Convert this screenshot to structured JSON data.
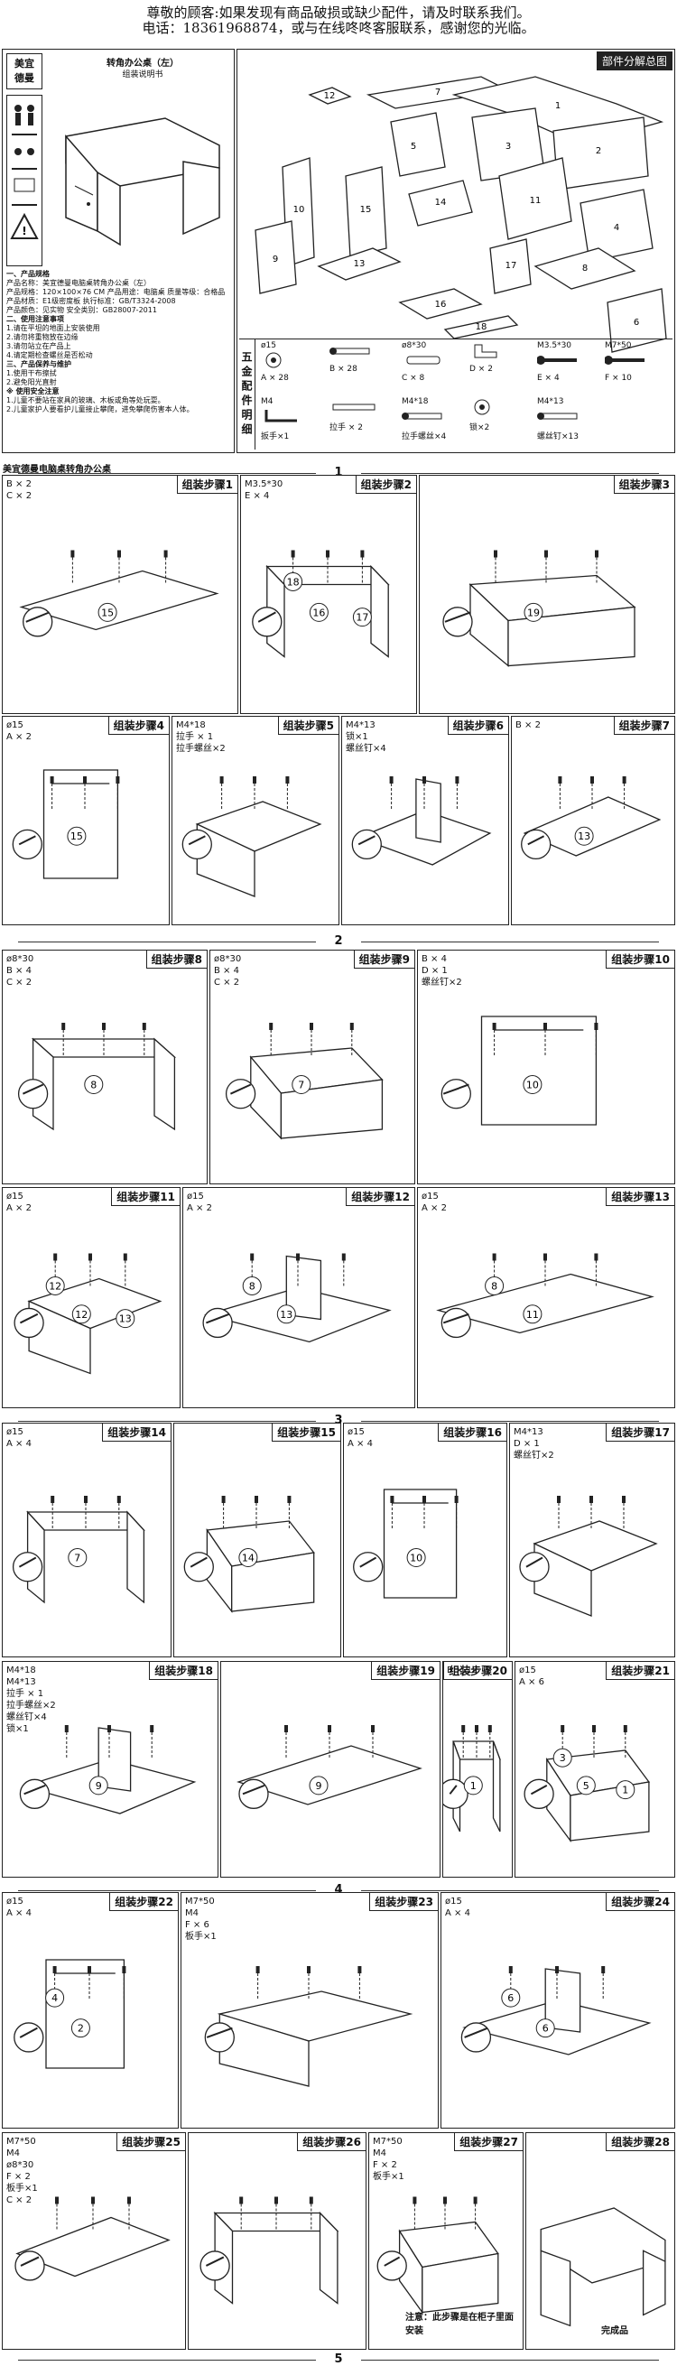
{
  "notice": {
    "line1": "尊敬的顾客:如果发现有商品破损或缺少配件，请及时联系我们。",
    "line2": "电话：18361968874，或与在线咚咚客服联系，感谢您的光临。"
  },
  "cover": {
    "brand_line1": "美宜",
    "brand_line2": "德曼",
    "title": "转角办公桌（左）",
    "subtitle": "组装说明书",
    "notes": [
      "一、产品规格",
      "产品名称：美宜德曼电脑桌转角办公桌（左）",
      "产品规格：120×100×76 CM   产品用途：电脑桌   质量等级：合格品",
      "产品材质：E1级密度板   执行标准：GB/T3324-2008",
      "产品颜色：见实物   安全类别：GB28007-2011",
      "二、使用注意事项",
      "1.请在平坦的地面上安装使用",
      "2.请勿将重物放在边缘",
      "3.请勿站立在产品上",
      "4.请定期检查螺丝是否松动",
      "三、产品保养与维护",
      "1.使用干布擦拭",
      "2.避免阳光直射",
      "※ 使用安全注意",
      "1.儿童不要站在家具的玻璃、木板或角等处玩耍。",
      "2.儿童家护人要看护儿童接止攀爬，进免攀爬伤害本人体。"
    ]
  },
  "parts": {
    "title": "部件分解总图",
    "hardware_title": "五金配件明细",
    "items": [
      {
        "size": "ø15",
        "label": "A × 28"
      },
      {
        "size": "",
        "label": "B × 28"
      },
      {
        "size": "ø8*30",
        "label": "C × 8"
      },
      {
        "size": "",
        "label": "D × 2"
      },
      {
        "size": "M3.5*30",
        "label": "E × 4"
      },
      {
        "size": "M7*50",
        "label": "F × 10"
      },
      {
        "size": "M4",
        "label": "扳手×1"
      },
      {
        "size": "",
        "label": "拉手 × 2"
      },
      {
        "size": "M4*18",
        "label": "拉手螺丝×4"
      },
      {
        "size": "",
        "label": "锁×2"
      },
      {
        "size": "M4*13",
        "label": "螺丝钉×13"
      }
    ]
  },
  "section_header": "美宜德曼电脑桌转角办公桌",
  "dividers": [
    "1",
    "2",
    "3",
    "4",
    "5"
  ],
  "steps": [
    {
      "title": "组装步骤1",
      "hw": [
        "B × 2",
        "C × 2"
      ],
      "nums": [
        "15"
      ]
    },
    {
      "title": "组装步骤2",
      "hw": [
        "M3.5*30",
        "E × 4"
      ],
      "nums": [
        "16",
        "18",
        "17"
      ]
    },
    {
      "title": "组装步骤3",
      "hw": [],
      "nums": [
        "19"
      ]
    },
    {
      "title": "组装步骤4",
      "hw": [
        "ø15",
        "A × 2"
      ],
      "nums": [
        "15"
      ]
    },
    {
      "title": "组装步骤5",
      "hw": [
        "M4*18",
        "拉手 × 1",
        "拉手螺丝×2"
      ],
      "nums": []
    },
    {
      "title": "组装步骤6",
      "hw": [
        "M4*13",
        "锁×1",
        "螺丝钉×4"
      ],
      "nums": []
    },
    {
      "title": "组装步骤7",
      "hw": [
        "B × 2"
      ],
      "nums": [
        "13"
      ]
    },
    {
      "title": "组装步骤8",
      "hw": [
        "ø8*30",
        "B × 4",
        "C × 2"
      ],
      "nums": [
        "8"
      ]
    },
    {
      "title": "组装步骤9",
      "hw": [
        "ø8*30",
        "B × 4",
        "C × 2"
      ],
      "nums": [
        "7"
      ]
    },
    {
      "title": "组装步骤10",
      "hw": [
        "B × 4",
        "D × 1",
        "螺丝钉×2"
      ],
      "nums": [
        "10"
      ]
    },
    {
      "title": "组装步骤11",
      "hw": [
        "ø15",
        "A × 2"
      ],
      "nums": [
        "12",
        "12",
        "13"
      ]
    },
    {
      "title": "组装步骤12",
      "hw": [
        "ø15",
        "A × 2"
      ],
      "nums": [
        "13",
        "8"
      ]
    },
    {
      "title": "组装步骤13",
      "hw": [
        "ø15",
        "A × 2"
      ],
      "nums": [
        "11",
        "8"
      ]
    },
    {
      "title": "组装步骤14",
      "hw": [
        "ø15",
        "A × 4"
      ],
      "nums": [
        "7"
      ]
    },
    {
      "title": "组装步骤15",
      "hw": [],
      "nums": [
        "14"
      ]
    },
    {
      "title": "组装步骤16",
      "hw": [
        "ø15",
        "A × 4"
      ],
      "nums": [
        "10"
      ]
    },
    {
      "title": "组装步骤17",
      "hw": [
        "M4*13",
        "D × 1",
        "螺丝钉×2"
      ],
      "nums": []
    },
    {
      "title": "组装步骤18",
      "hw": [
        "M4*18",
        "M4*13",
        "拉手 × 1",
        "拉手螺丝×2",
        "螺丝钉×4",
        "锁×1"
      ],
      "nums": [
        "9"
      ]
    },
    {
      "title": "组装步骤19",
      "hw": [],
      "nums": [
        "9"
      ]
    },
    {
      "title": "组装步骤20",
      "hw": [
        "B × 12"
      ],
      "nums": [
        "1"
      ]
    },
    {
      "title": "组装步骤21",
      "hw": [
        "ø15",
        "A × 6"
      ],
      "nums": [
        "5",
        "3",
        "1"
      ]
    },
    {
      "title": "组装步骤22",
      "hw": [
        "ø15",
        "A × 4"
      ],
      "nums": [
        "2",
        "4"
      ]
    },
    {
      "title": "组装步骤23",
      "hw": [
        "M7*50",
        "M4",
        "F × 6",
        "板手×1"
      ],
      "nums": []
    },
    {
      "title": "组装步骤24",
      "hw": [
        "ø15",
        "A × 4"
      ],
      "nums": [
        "6",
        "6"
      ]
    },
    {
      "title": "组装步骤25",
      "hw": [
        "M7*50",
        "M4",
        "ø8*30",
        "F × 2",
        "板手×1",
        "C × 2"
      ],
      "nums": []
    },
    {
      "title": "组装步骤26",
      "hw": [],
      "nums": []
    },
    {
      "title": "组装步骤27",
      "hw": [
        "M7*50",
        "M4",
        "F × 2",
        "板手×1"
      ],
      "nums": [],
      "note": "注意：此步骤是在柜子里面安装"
    },
    {
      "title": "组装步骤28",
      "hw": [],
      "nums": [],
      "note": "完成品"
    }
  ]
}
